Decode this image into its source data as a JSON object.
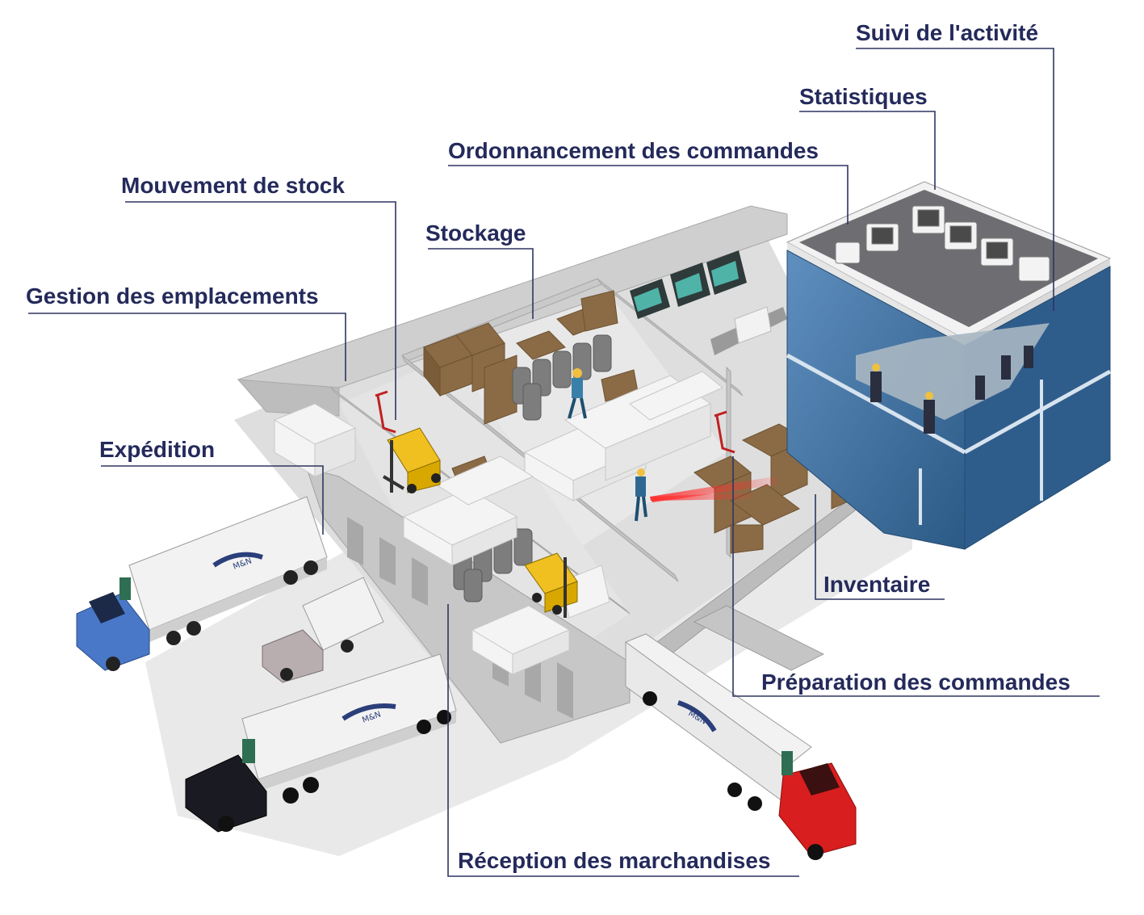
{
  "labels": {
    "suivi": "Suivi de l'activité",
    "statistiques": "Statistiques",
    "ordonnancement": "Ordonnancement des commandes",
    "mouvement": "Mouvement de stock",
    "stockage": "Stockage",
    "gestion": "Gestion des emplacements",
    "expedition": "Expédition",
    "inventaire": "Inventaire",
    "preparation": "Préparation des commandes",
    "reception": "Réception des marchandises"
  },
  "truck_logo": "M&N",
  "colors": {
    "label_text": "#242a5b",
    "leader_line": "#2e3560",
    "office_blue": "#3d6d9a",
    "floor": "#dcdcdc",
    "wall": "#cfcfcf",
    "box": "#8b6b45",
    "forklift": "#f0c020",
    "truck_blue": "#4a78c8",
    "truck_red": "#d81e1e",
    "truck_black": "#1a1a22",
    "laser": "#ff2a2a"
  }
}
